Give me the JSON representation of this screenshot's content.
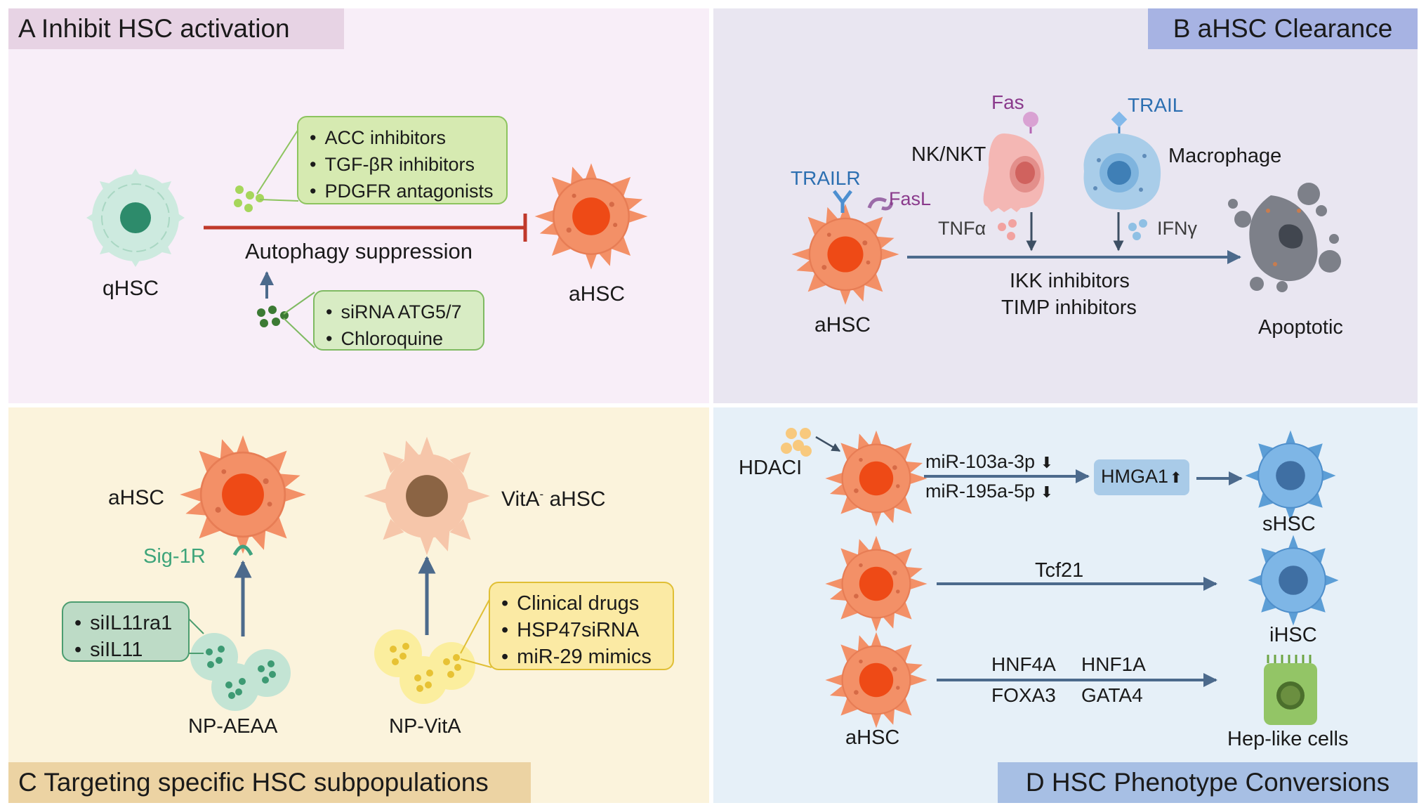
{
  "panels": {
    "a": {
      "title": "A  Inhibit HSC activation",
      "qhsc_label": "qHSC",
      "ahsc_label": "aHSC",
      "autophagy_label": "Autophagy suppression",
      "activation_inhibitors": [
        "ACC inhibitors",
        "TGF-βR inhibitors",
        "PDGFR antagonists"
      ],
      "autophagy_inhibitors": [
        "siRNA  ATG5/7",
        "Chloroquine"
      ]
    },
    "b": {
      "title": "B  aHSC Clearance",
      "fas_label": "Fas",
      "trail_label": "TRAIL",
      "nk_label": "NK/NKT",
      "macrophage_label": "Macrophage",
      "trailr_label": "TRAILR",
      "fasl_label": "FasL",
      "tnf_label": "TNFα",
      "ifn_label": "IFNγ",
      "ahsc_label": "aHSC",
      "inhibitors_line1": "IKK inhibitors",
      "inhibitors_line2": "TIMP inhibitors",
      "apoptotic_label": "Apoptotic"
    },
    "c": {
      "title": "C Targeting specific HSC subpopulations",
      "ahsc_label": "aHSC",
      "vita_prefix": "VitA",
      "vita_sup": "-",
      "vita_suffix": " aHSC",
      "sig1r_label": "Sig-1R",
      "np_aeaa_label": "NP-AEAA",
      "np_vita_label": "NP-VitA",
      "sirna_items": [
        "siIL11ra1",
        "siIL11"
      ],
      "drug_items": [
        "Clinical drugs",
        "HSP47siRNA",
        "miR-29 mimics"
      ]
    },
    "d": {
      "title": "D  HSC Phenotype Conversions",
      "hdaci_label": "HDACI",
      "mir1_label": "miR-103a-3p",
      "mir2_label": "miR-195a-5p",
      "down_arrow": "⬇",
      "hmga1_label": "HMGA1",
      "up_arrow": "⬆",
      "shsc_label": "sHSC",
      "tcf21_label": "Tcf21",
      "ihsc_label": "iHSC",
      "hnf4a_label": "HNF4A",
      "hnf1a_label": "HNF1A",
      "foxa3_label": "FOXA3",
      "gata4_label": "GATA4",
      "ahsc_label": "aHSC",
      "hep_label": "Hep-like cells"
    }
  },
  "colors": {
    "panel_a_bg": "#f8eef8",
    "panel_b_bg": "#e9e6f1",
    "panel_c_bg": "#fbf3dc",
    "panel_d_bg": "#e6f0f8",
    "ahsc_body": "#f39067",
    "ahsc_nucleus": "#ee4a16",
    "qhsc_body": "#cdeadf",
    "inhibit_line": "#c0392b",
    "arrow": "#4c6a8c"
  },
  "icons": [
    "qhsc-cell-icon",
    "ahsc-cell-icon",
    "nk-cell-icon",
    "macrophage-cell-icon",
    "apoptotic-cell-icon",
    "nanoparticle-icon",
    "hepatocyte-icon"
  ]
}
